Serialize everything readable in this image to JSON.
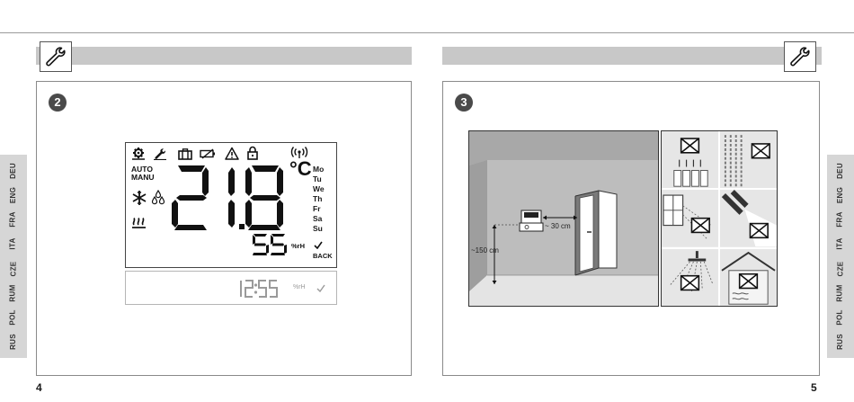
{
  "pages": {
    "left_number": "4",
    "right_number": "5"
  },
  "languages": [
    "DEU",
    "ENG",
    "FRA",
    "ITA",
    "CZE",
    "RUM",
    "POL",
    "RUS"
  ],
  "left": {
    "step": "2",
    "display": {
      "mode_auto": "AUTO",
      "mode_manu": "MANU",
      "temperature": "21.8",
      "unit": "°C",
      "days": [
        "Mo",
        "Tu",
        "We",
        "Th",
        "Fr",
        "Sa",
        "Su"
      ],
      "humidity": "55",
      "humidity_unit": "%rH",
      "back": "BACK",
      "clock": "12:55",
      "clock_humidity_unit": "%rH"
    }
  },
  "right": {
    "step": "3",
    "room": {
      "side_distance": "~ 30 cm",
      "height": "~150 cm"
    }
  },
  "colors": {
    "header_bar": "#c8c8c8",
    "side_tab": "#d6d6d6",
    "step_badge": "#4a4a4a",
    "wall": "#b6b6b6",
    "floor": "#e4e4e4"
  }
}
